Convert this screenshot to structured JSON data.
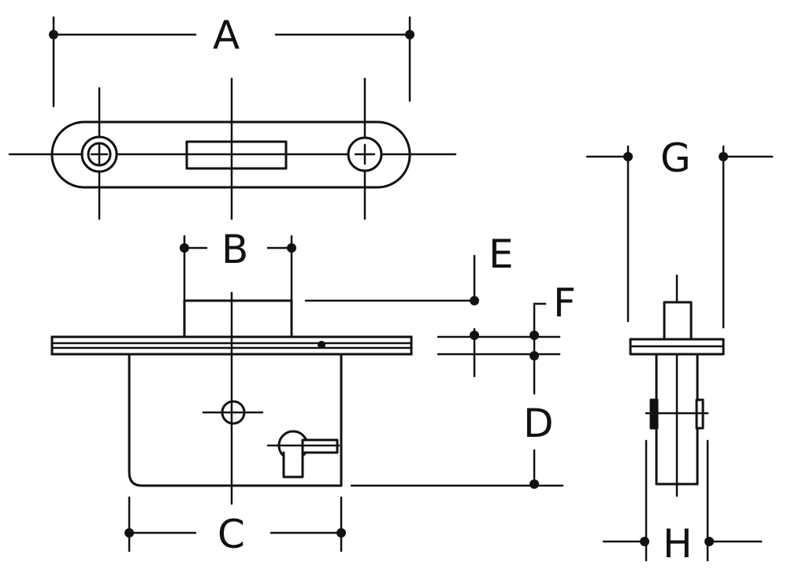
{
  "diagram": {
    "labels": {
      "a": "A",
      "b": "B",
      "c": "C",
      "d": "D",
      "e": "E",
      "f": "F",
      "g": "G",
      "h": "H"
    },
    "colors": {
      "ink": "#111111",
      "paper": "#ffffff"
    }
  }
}
